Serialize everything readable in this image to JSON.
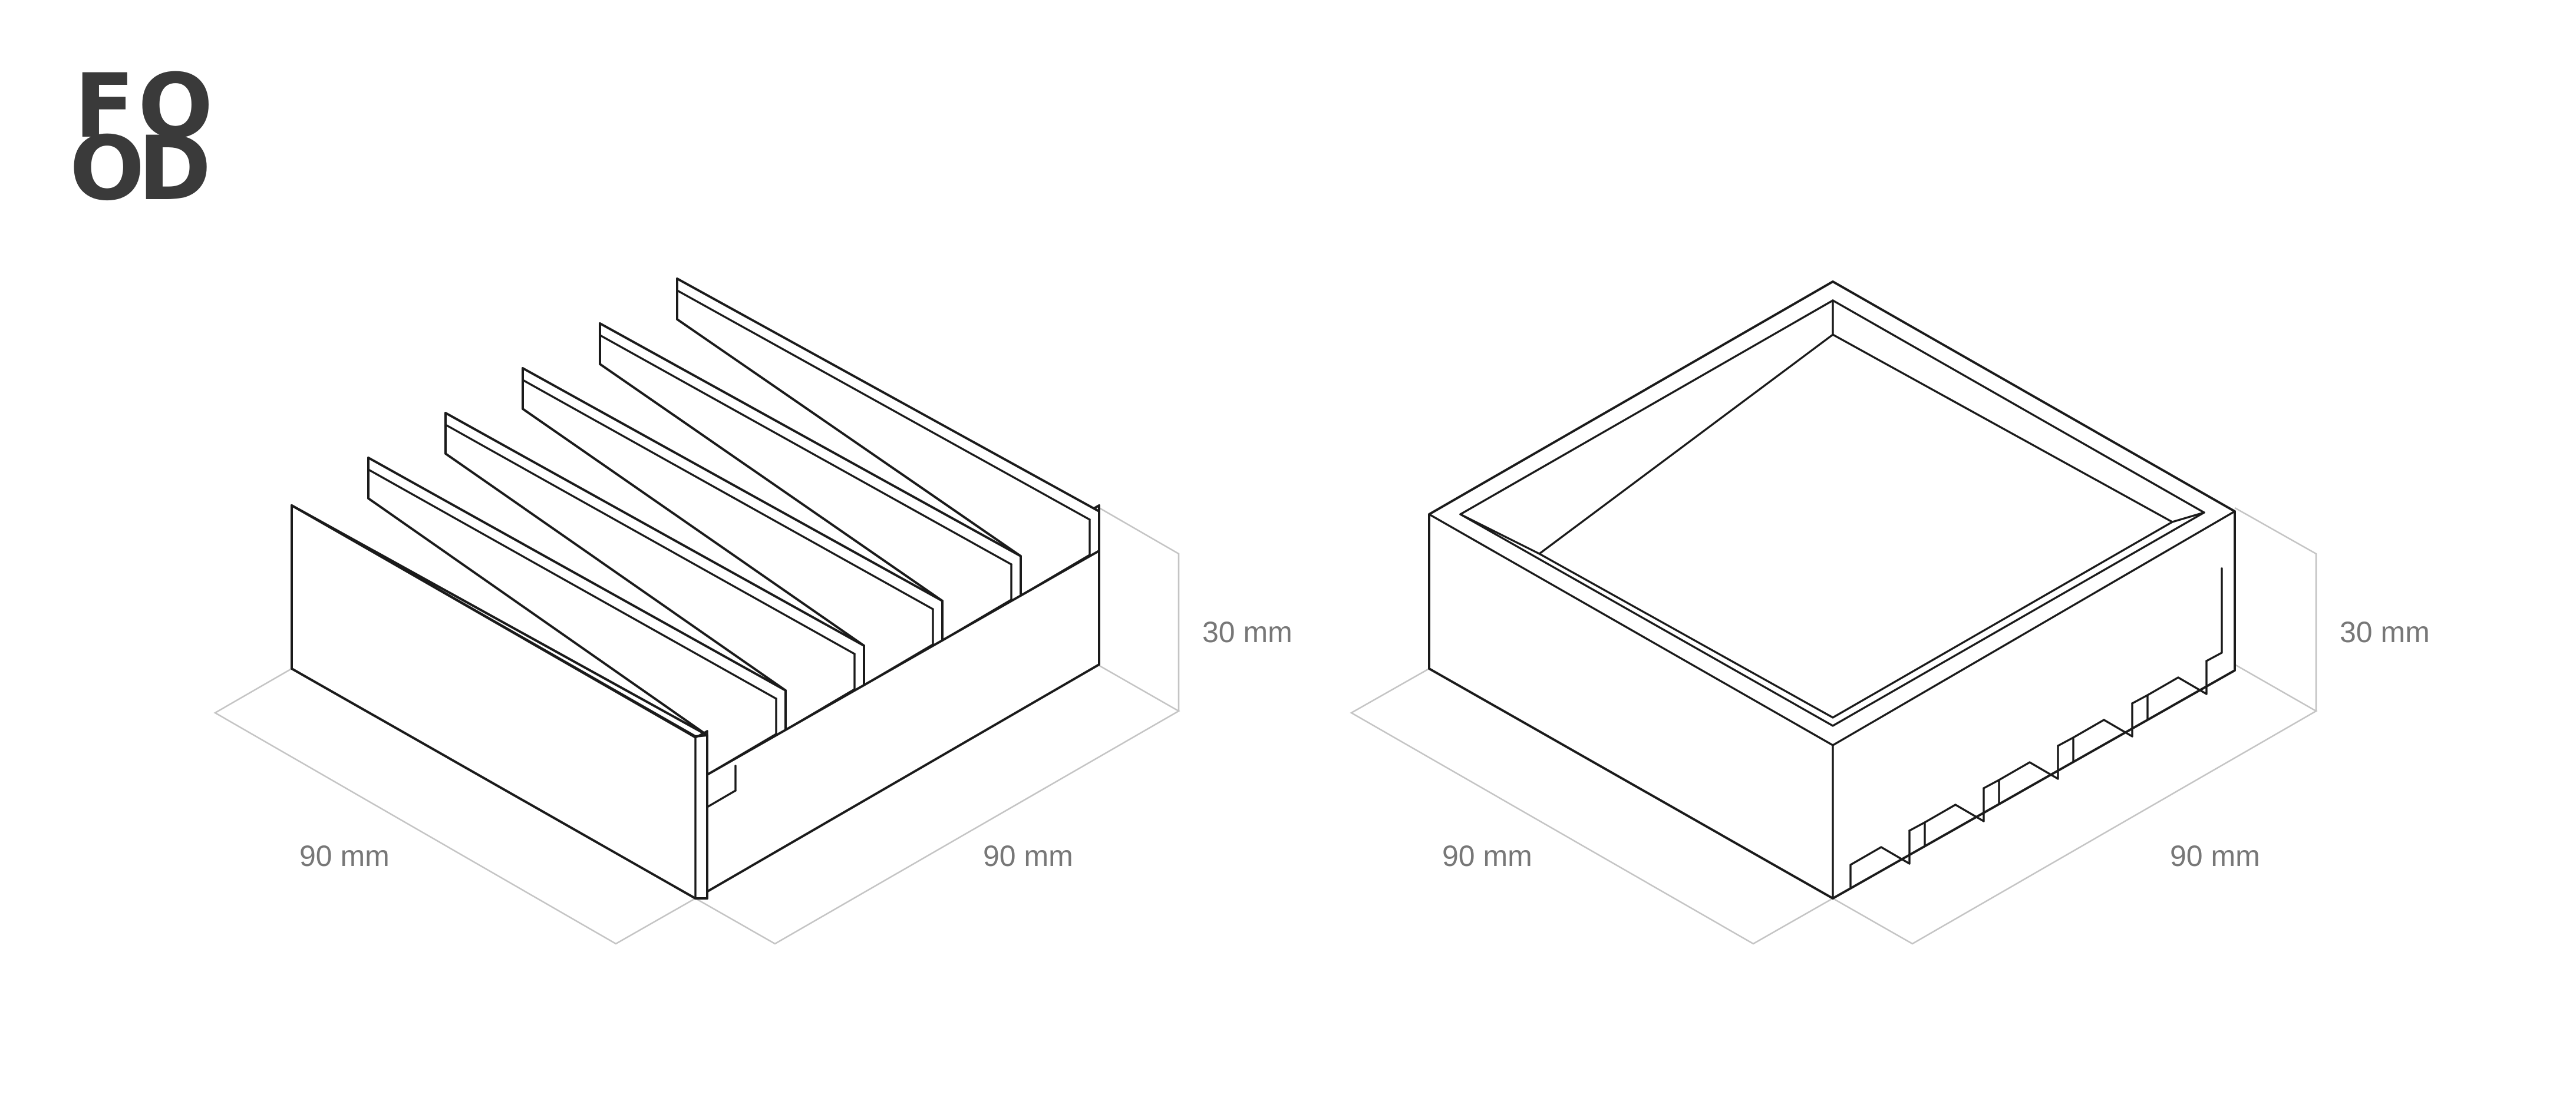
{
  "logo": {
    "text": "FOOD",
    "letters": [
      "F",
      "O",
      "O",
      "D"
    ]
  },
  "views": [
    {
      "name": "slotted-dish",
      "dimensions": {
        "height": "30 mm",
        "width_left": "90 mm",
        "width_right": "90 mm"
      }
    },
    {
      "name": "tray-dish",
      "dimensions": {
        "height": "30 mm",
        "width_left": "90 mm",
        "width_right": "90 mm"
      }
    }
  ],
  "colors": {
    "line": "#1a1a1a",
    "dimension_line": "#c4c4c4",
    "dimension_text": "#777777",
    "logo": "#3a3a3a",
    "background": "#ffffff"
  }
}
